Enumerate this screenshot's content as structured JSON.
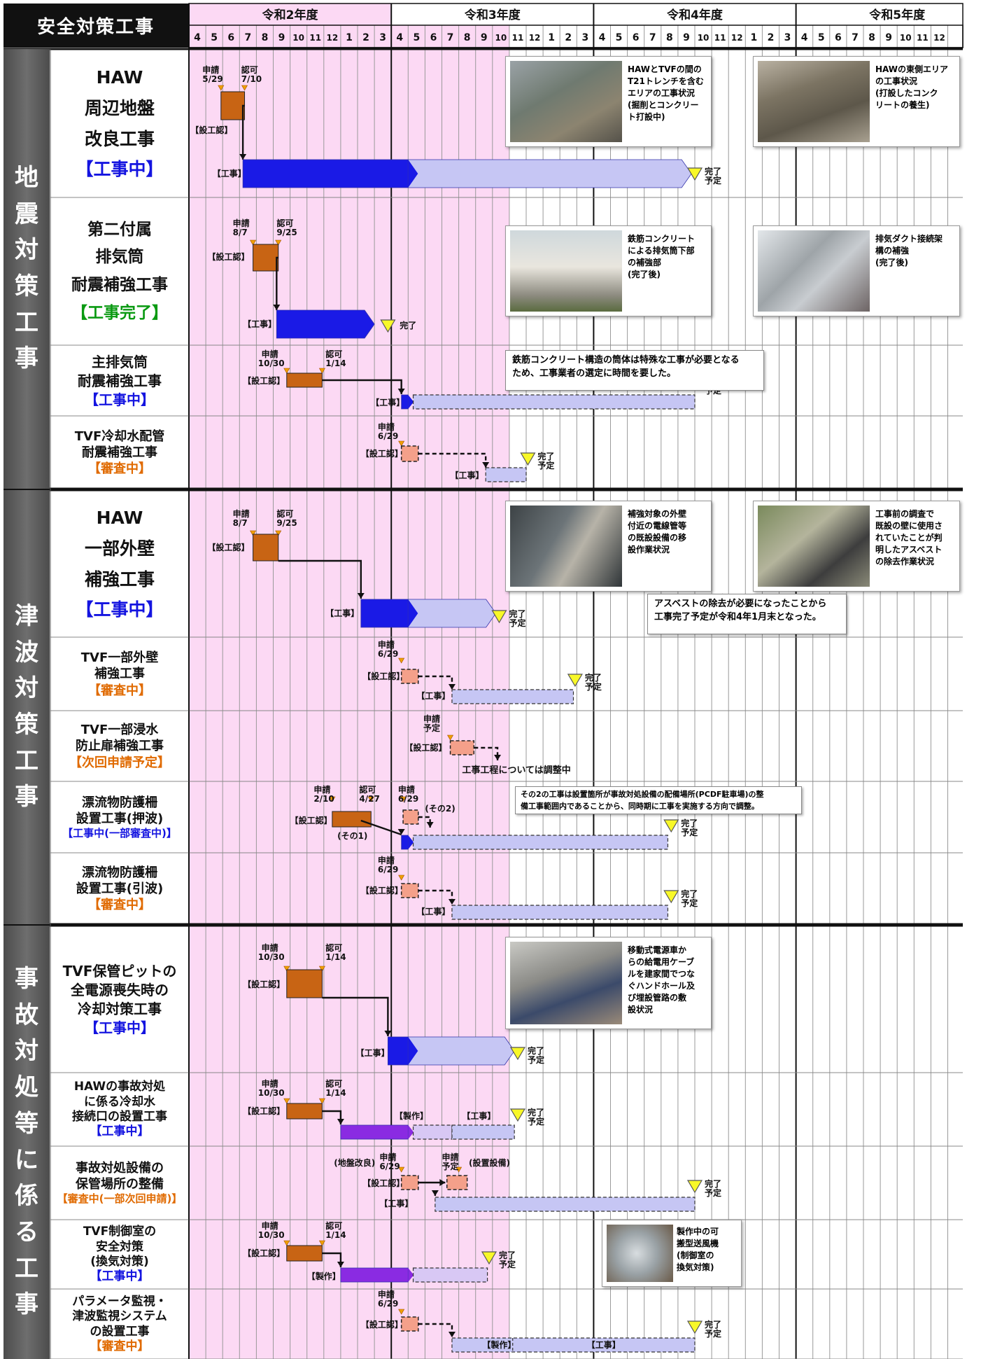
{
  "title": "安全対策工事",
  "fiscal_years": [
    "令和2年度",
    "令和3年度",
    "令和4年度",
    "令和5年度"
  ],
  "months": [
    "4",
    "5",
    "6",
    "7",
    "8",
    "9",
    "10",
    "11",
    "12",
    "1",
    "2",
    "3",
    "4",
    "5",
    "6",
    "7",
    "8",
    "9",
    "10",
    "11",
    "12",
    "1",
    "2",
    "3",
    "4",
    "5",
    "6",
    "7",
    "8",
    "9",
    "10",
    "11",
    "12",
    "1",
    "2",
    "3",
    "4",
    "5",
    "6",
    "7",
    "8",
    "9",
    "10",
    "11",
    "12"
  ],
  "categories": [
    {
      "label": "地震対策工事",
      "chars": [
        "地",
        "震",
        "対",
        "策",
        "工",
        "事"
      ]
    },
    {
      "label": "津波対策工事",
      "chars": [
        "津",
        "波",
        "対",
        "策",
        "工",
        "事"
      ]
    },
    {
      "label": "事故対処等に係る工事",
      "chars": [
        "事",
        "故",
        "対",
        "処",
        "等",
        "に",
        "係",
        "る",
        "工",
        "事"
      ]
    }
  ],
  "projects": [
    {
      "lines": [
        "HAW",
        "周辺地盤",
        "改良工事"
      ],
      "status": "【工事中】",
      "status_type": "blue"
    },
    {
      "lines": [
        "第二付属",
        "排気筒",
        "耐震補強工事"
      ],
      "status": "【工事完了】",
      "status_type": "green"
    },
    {
      "lines": [
        "主排気筒",
        "耐震補強工事"
      ],
      "status": "【工事中】",
      "status_type": "blue"
    },
    {
      "lines": [
        "TVF冷却水配管",
        "耐震補強工事"
      ],
      "status": "【審査中】",
      "status_type": "orange"
    },
    {
      "lines": [
        "HAW",
        "一部外壁",
        "補強工事"
      ],
      "status": "【工事中】",
      "status_type": "blue"
    },
    {
      "lines": [
        "TVF一部外壁",
        "補強工事"
      ],
      "status": "【審査中】",
      "status_type": "orange"
    },
    {
      "lines": [
        "TVF一部浸水",
        "防止扉補強工事"
      ],
      "status": "【次回申請予定】",
      "status_type": "orange"
    },
    {
      "lines": [
        "漂流物防護柵",
        "設置工事(押波)"
      ],
      "status": "【工事中(一部審査中)】",
      "status_type": "blue"
    },
    {
      "lines": [
        "漂流物防護柵",
        "設置工事(引波)"
      ],
      "status": "【審査中】",
      "status_type": "orange"
    },
    {
      "lines": [
        "TVF保管ピットの",
        "全電源喪失時の",
        "冷却対策工事"
      ],
      "status": "【工事中】",
      "status_type": "blue"
    },
    {
      "lines": [
        "HAWの事故対処",
        "に係る冷却水",
        "接続口の設置工事"
      ],
      "status": "【工事中】",
      "status_type": "blue"
    },
    {
      "lines": [
        "事故対処設備の",
        "保管場所の整備"
      ],
      "status": "【審査中(一部次回申請)】",
      "status_type": "orange"
    },
    {
      "lines": [
        "TVF制御室の",
        "安全対策",
        "(換気対策)"
      ],
      "status": "【工事中】",
      "status_type": "blue"
    },
    {
      "lines": [
        "パラメータ監視・",
        "津波監視システム",
        "の設置工事"
      ],
      "status": "【審査中】",
      "status_type": "orange"
    }
  ],
  "labels": {
    "setsu": "【設工認】",
    "koji": "【工事】",
    "seisaku": "【製作】",
    "shinsei": "申請",
    "ninka": "認可",
    "kanryo": "完了",
    "yotei": "予定",
    "sono1": "(その1)",
    "sono2": "(その2)",
    "jiban": "(地盤改良)",
    "setchi": "(設置設備)"
  },
  "dates": {
    "p1_app": "5/29",
    "p1_auth": "7/10",
    "p2_app": "8/7",
    "p2_auth": "9/25",
    "p3_app": "10/30",
    "p3_auth": "1/14",
    "p4_app": "6/29",
    "p5_app": "8/7",
    "p5_auth": "9/25",
    "p6_app": "6/29",
    "p7_app": "予定",
    "p8_app": "2/10",
    "p8_auth": "4/27",
    "p8_app2": "6/29",
    "p9_app": "6/29",
    "p10_app": "10/30",
    "p10_auth": "1/14",
    "p11_app": "10/30",
    "p11_auth": "1/14",
    "p12_app": "6/29",
    "p13_app": "10/30",
    "p13_auth": "1/14",
    "p14_app": "6/29"
  },
  "photo_captions": {
    "ph1": [
      "HAWとTVFの間の",
      "T21トレンチを含む",
      "エリアの工事状況",
      "(掘削とコンクリー",
      "ト打設中)"
    ],
    "ph2": [
      "HAWの東側エリア",
      "の工事状況",
      "(打設したコンク",
      "リートの養生)"
    ],
    "ph3": [
      "鉄筋コンクリート",
      "による排気筒下部",
      "の補強部",
      "(完了後)"
    ],
    "ph4": [
      "排気ダクト接続架",
      "構の補強",
      "(完了後)"
    ],
    "ph5": [
      "補強対象の外壁",
      "付近の電線管等",
      "の既設設備の移",
      "設作業状況"
    ],
    "ph6": [
      "工事前の調査で",
      "既設の壁に使用さ",
      "れていたことが判",
      "明したアスベスト",
      "の除去作業状況"
    ],
    "ph7": [
      "移動式電源車か",
      "らの給電用ケーブ",
      "ルを建家間でつな",
      "ぐハンドホール及",
      "び埋設管路の敷",
      "設状況"
    ],
    "ph8": [
      "製作中の可",
      "搬型送風機",
      "(制御室の",
      "換気対策)"
    ]
  },
  "notes": {
    "n1": [
      "鉄筋コンクリート構造の筒体は特殊な工事が必要となる",
      "ため、工事業者の選定に時間を要した。"
    ],
    "n2": [
      "アスベストの除去が必要になったことから",
      "工事完了予定が令和4年1月末となった。"
    ],
    "n3": [
      "その2の工事は設置箇所が事故対処設備の配備場所(PCDF駐車場)の整",
      "備工事範囲内であることから、同時期に工事を実施する方向で調整。"
    ],
    "n4": "工事工程については調整中"
  },
  "colors": {
    "pink": "#fcd9f4",
    "blue": "#1a1ae6",
    "lavender": "#c6c6f4",
    "brown": "#c86414",
    "salmon": "#f4a08a",
    "purple": "#8a2be2",
    "yellow": "#f8f828",
    "dark": "#111111"
  }
}
